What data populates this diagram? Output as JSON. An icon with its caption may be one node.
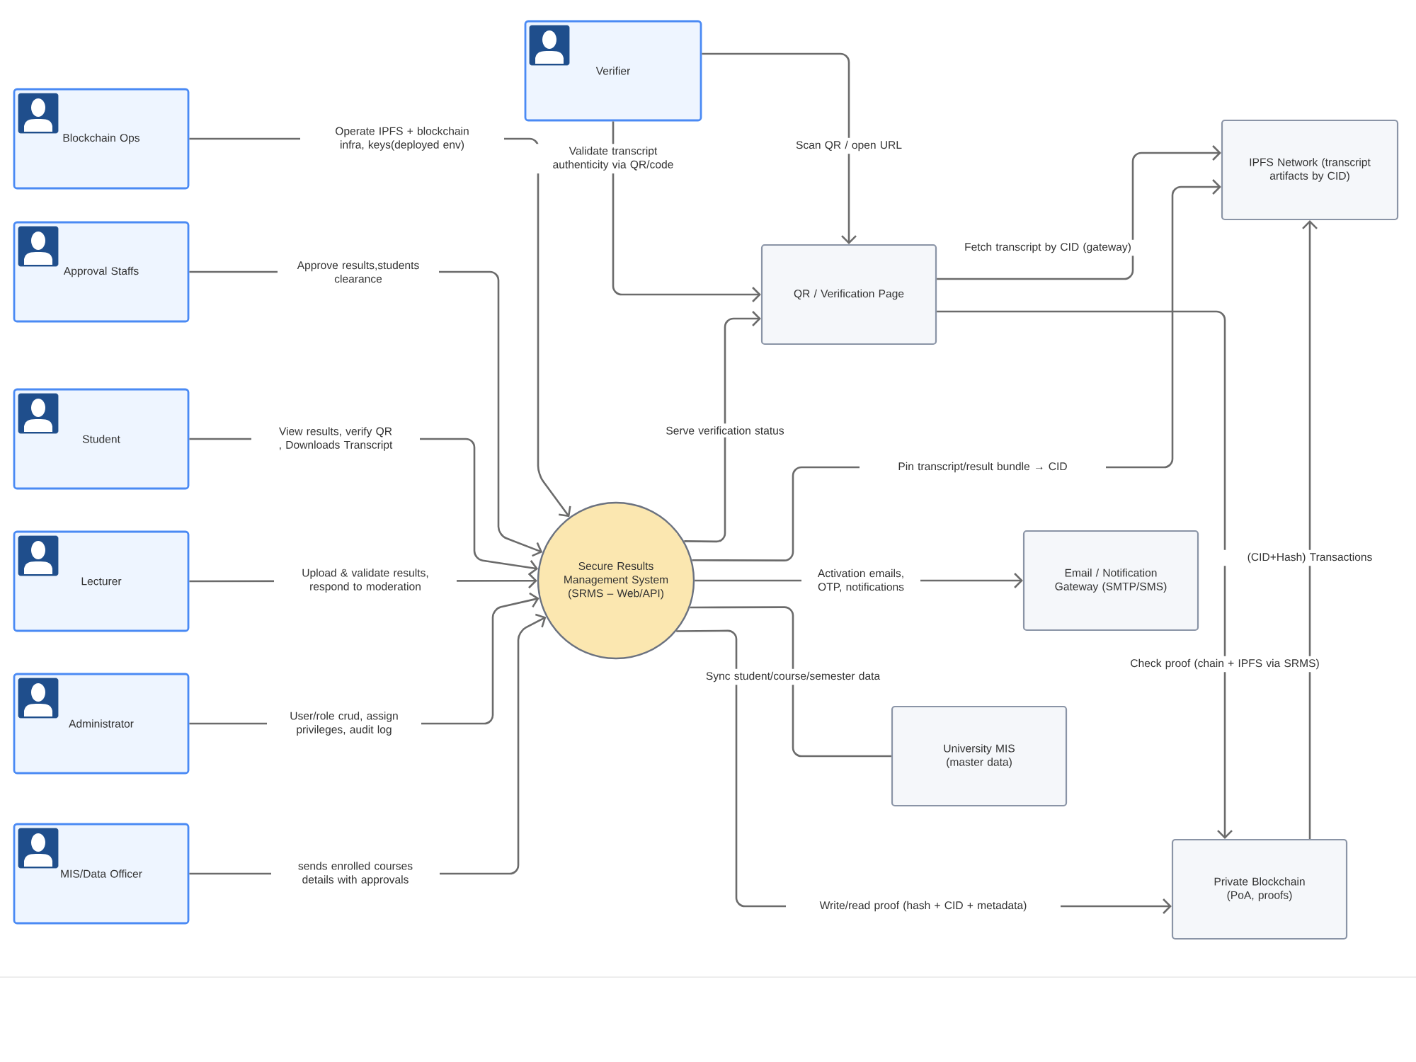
{
  "diagram": {
    "nodes": [
      {
        "text": [
          "Verifier"
        ]
      },
      {
        "text": [
          "Blockchain Ops"
        ]
      },
      {
        "text": [
          "Approval Staffs"
        ]
      },
      {
        "text": [
          "Student"
        ]
      },
      {
        "text": [
          "Lecturer"
        ]
      },
      {
        "text": [
          "Administrator"
        ]
      },
      {
        "text": [
          "MIS/Data Officer"
        ]
      },
      {
        "text": [
          "IPFS Network (transcript artifacts by CID)"
        ]
      },
      {
        "text": [
          "QR / Verification Page"
        ]
      },
      {
        "text": [
          "Secure Results Management System (SRMS – Web/API)"
        ]
      },
      {
        "text": [
          "Email / Notification Gateway (SMTP/SMS)"
        ]
      },
      {
        "text": [
          "University MIS (master data)"
        ]
      },
      {
        "text": [
          "Private Blockchain (PoA, proofs)"
        ]
      }
    ],
    "edges": [
      {
        "from": 1,
        "to": 9,
        "arrow": "to",
        "label": "Operate IPFS + blockchain infra, keys(deployed env)"
      },
      {
        "from": 2,
        "to": 9,
        "arrow": "to",
        "label": "Approve results,students clearance"
      },
      {
        "from": 3,
        "to": 9,
        "arrow": "to",
        "label": "View results, verify QR , Downloads Transcript"
      },
      {
        "from": 4,
        "to": 9,
        "arrow": "to",
        "label": "Upload & validate results, respond to moderation"
      },
      {
        "from": 5,
        "to": 9,
        "arrow": "to",
        "label": "User/role crud, assign privileges, audit log"
      },
      {
        "from": 6,
        "to": 9,
        "arrow": "to",
        "label": "sends enrolled courses details with approvals"
      },
      {
        "from": 0,
        "to": 8,
        "arrow": "to",
        "label": "Validate transcript authenticity via QR/code"
      },
      {
        "from": 0,
        "to": 8,
        "arrow": "to",
        "label": "Scan QR / open URL"
      },
      {
        "from": 9,
        "to": 8,
        "arrow": "to",
        "label": "Serve verification status"
      },
      {
        "from": 8,
        "to": 7,
        "arrow": "to",
        "label": "Fetch transcript by CID (gateway)"
      },
      {
        "from": 9,
        "to": 7,
        "arrow": "to",
        "label": "Pin transcript/result bundle → CID"
      },
      {
        "from": 9,
        "to": 10,
        "arrow": "to",
        "label": "Activation emails, OTP, notifications"
      },
      {
        "from": 9,
        "to": 11,
        "arrow": "none",
        "label": "Sync student/course/semester data"
      },
      {
        "from": 9,
        "to": 12,
        "arrow": "to",
        "label": "Write/read proof (hash + CID + metadata)"
      },
      {
        "from": 8,
        "to": 12,
        "arrow": "to",
        "label": "Check proof (chain + IPFS via SRMS)"
      },
      {
        "from": 12,
        "to": 7,
        "arrow": "to",
        "label": "(CID+Hash) Transactions"
      }
    ]
  }
}
